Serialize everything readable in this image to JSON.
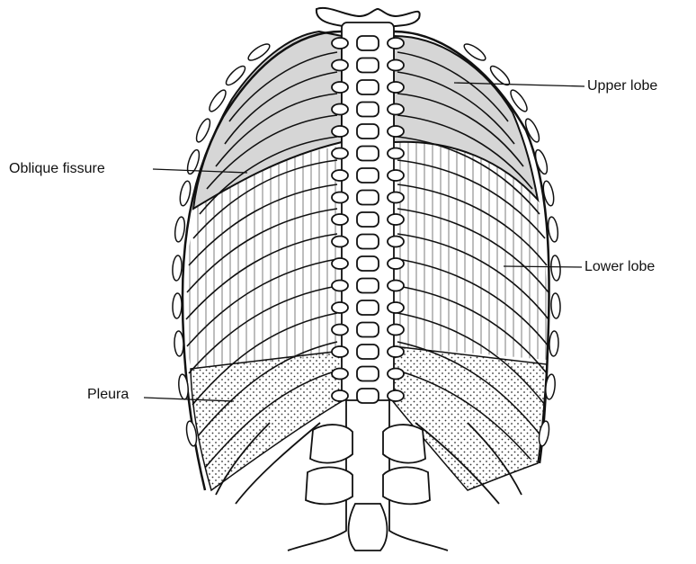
{
  "labels": {
    "upper_lobe": "Upper lobe",
    "oblique_fissure": "Oblique fissure",
    "lower_lobe": "Lower lobe",
    "pleura": "Pleura"
  },
  "colors": {
    "ink": "#111111",
    "upper_lobe_fill": "#d6d6d6",
    "paper": "#ffffff"
  }
}
